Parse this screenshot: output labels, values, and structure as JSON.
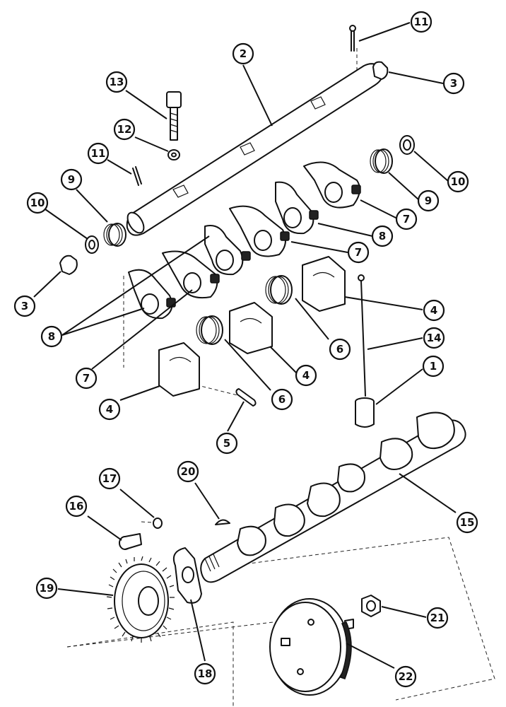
{
  "callouts": [
    {
      "label": "11",
      "id": "c11a"
    },
    {
      "label": "2",
      "id": "c2"
    },
    {
      "label": "3",
      "id": "c3a"
    },
    {
      "label": "13",
      "id": "c13"
    },
    {
      "label": "12",
      "id": "c12"
    },
    {
      "label": "11",
      "id": "c11b"
    },
    {
      "label": "10",
      "id": "c10a"
    },
    {
      "label": "9",
      "id": "c9a"
    },
    {
      "label": "10",
      "id": "c10b"
    },
    {
      "label": "9",
      "id": "c9b"
    },
    {
      "label": "7",
      "id": "c7a"
    },
    {
      "label": "8",
      "id": "c8a"
    },
    {
      "label": "7",
      "id": "c7b"
    },
    {
      "label": "3",
      "id": "c3b"
    },
    {
      "label": "8",
      "id": "c8b"
    },
    {
      "label": "4",
      "id": "c4a"
    },
    {
      "label": "14",
      "id": "c14"
    },
    {
      "label": "7",
      "id": "c7c"
    },
    {
      "label": "6",
      "id": "c6a"
    },
    {
      "label": "4",
      "id": "c4b"
    },
    {
      "label": "1",
      "id": "c1"
    },
    {
      "label": "6",
      "id": "c6b"
    },
    {
      "label": "4",
      "id": "c4c"
    },
    {
      "label": "5",
      "id": "c5"
    },
    {
      "label": "20",
      "id": "c20"
    },
    {
      "label": "17",
      "id": "c17"
    },
    {
      "label": "16",
      "id": "c16"
    },
    {
      "label": "15",
      "id": "c15"
    },
    {
      "label": "19",
      "id": "c19"
    },
    {
      "label": "18",
      "id": "c18"
    },
    {
      "label": "21",
      "id": "c21"
    },
    {
      "label": "22",
      "id": "c22"
    }
  ]
}
